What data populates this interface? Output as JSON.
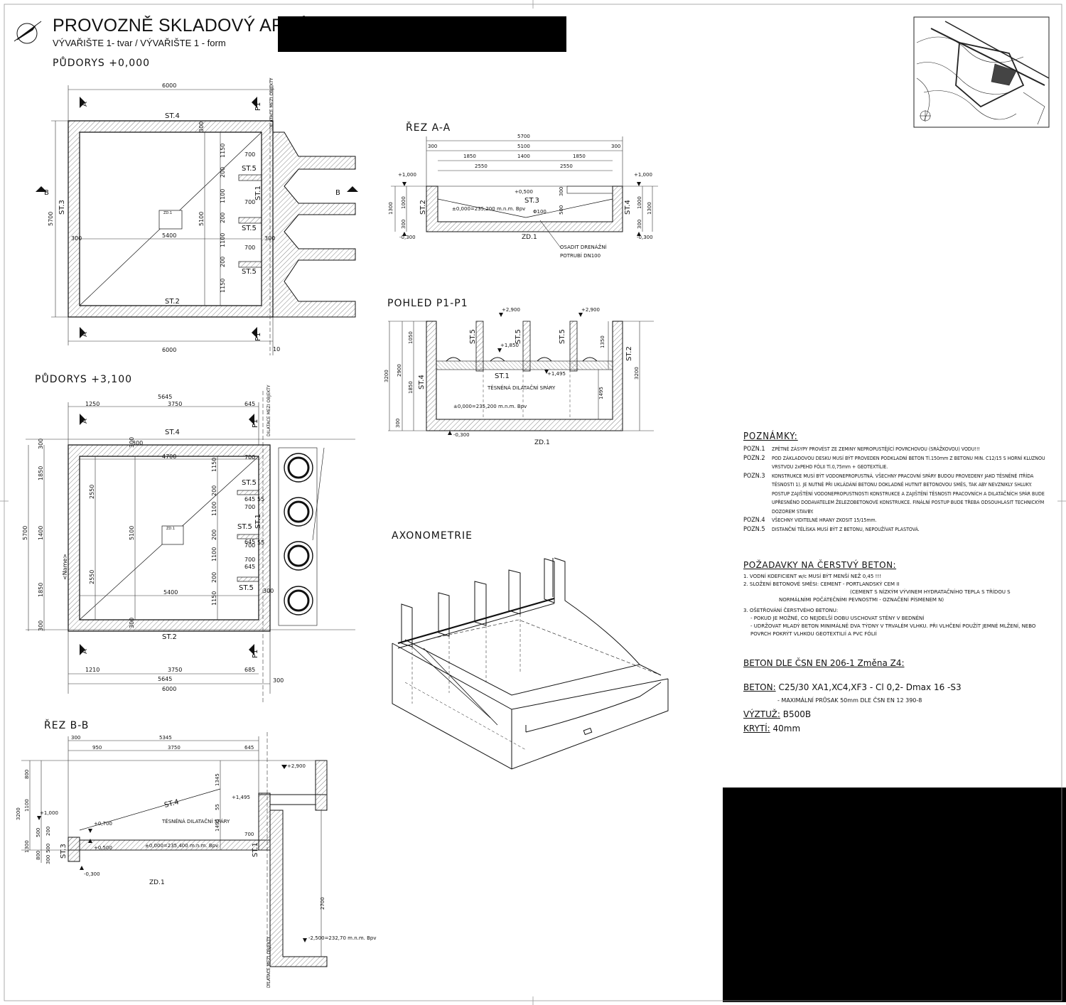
{
  "header": {
    "title": "PROVOZNĚ SKLADOVÝ AREÁL",
    "subtitle": "VÝVAŘIŠTE 1- tvar / VÝVAŘIŠTE 1 - form"
  },
  "views": {
    "plan_0": "PŮDORYS +0,000",
    "plan_3100": "PŮDORYS +3,100",
    "section_bb": "ŘEZ B-B",
    "section_aa": "ŘEZ A-A",
    "view_p1": "POHLED P1-P1",
    "axonometry": "AXONOMETRIE"
  },
  "labels": {
    "st1": "ST.1",
    "st2": "ST.2",
    "st3": "ST.3",
    "st4": "ST.4",
    "st5": "ST.5",
    "zd1": "ZD.1",
    "a": "A",
    "b": "B",
    "p1": "P1",
    "dilatation": "DILATACE MEZI OBJEKTY",
    "joints": "TĚSNĚNÁ DILATAČNÍ SPÁRY",
    "drain": "OSADIT DRENÁŽNÍ",
    "drain2": "POTRUBÍ DN100",
    "name_tag": "<Name>",
    "zero_aa": "±0,000=235,200 m.n.m. Bpv",
    "zero_bb": "±0,000=235,400 m.n.m. Bpv",
    "minus_2500": "-2,500=232,70 m.n.m. Bpv",
    "phi100": "Φ100"
  },
  "levels": {
    "p1000": "+1,000",
    "m0300": "-0,300",
    "p0500": "+0,500",
    "p2900": "+2,900",
    "p1850": "+1,850",
    "p1495": "+1,495",
    "p0700": "+0,700"
  },
  "dims": {
    "d6000": "6000",
    "d5700": "5700",
    "d5400": "5400",
    "d5100": "5100",
    "d5645": "5645",
    "d4700": "4700",
    "d3750": "3750",
    "d2550": "2550",
    "d1850": "1850",
    "d1400": "1400",
    "d1250": "1250",
    "d1210": "1210",
    "d1150": "1150",
    "d1100": "1100",
    "d1050": "1050",
    "d1300": "1300",
    "d1000": "1000",
    "d800": "800",
    "d700": "700",
    "d685": "685",
    "d645": "645",
    "d500": "500",
    "d300": "300",
    "d200": "200",
    "d55": "55",
    "d10": "10",
    "d5345": "5345",
    "d950": "950",
    "d1345": "1345",
    "d3200": "3200",
    "d2900": "2900",
    "d1495": "1495",
    "d2700": "2700",
    "d1350": "1350"
  },
  "notes": {
    "heading": "POZNÁMKY:",
    "items": [
      {
        "key": "POZN.1",
        "text": "ZPĚTNÉ ZÁSYPY PROVÉST ZE ZEMINY NEPROPUSTĚJÍCÍ POVRCHOVOU (SRÁŽKOVOU) VODU!!!"
      },
      {
        "key": "POZN.2",
        "text": "POD ZÁKLADOVOU DESKU MUSÍ BÝT PROVEDEN PODKLADNÍ BETON Tl.150mm Z BETONU MIN. C12/15 S HORNÍ KLUZNOU VRSTVOU 2xPEHD FÓLII Tl.0,75mm + GEOTEXTÍLIE."
      },
      {
        "key": "POZN.3",
        "text": "KONSTRUKCE MUSÍ BÝT VODONEPROPUSTNÁ. VŠECHNY PRACOVNÍ SPÁRY BUDOU PROVEDENY JAKO TĚSNĚNÉ ITŘÍDA TĚSNOSTI 1). JE NUTNÉ PŘI UKLÁDÁNÍ BETONU DOKLADNĚ HUTNIT BETONOVOU SMĚS, TAK ABY NEVZNIKLY SHLUKY. POSTUP ZAJIŠTĚNÍ VODONEPROPUSTNOSTI KONSTRUKCE A ZAJIŠTĚNÍ TĚSNOSTI PRACOVNÍCH A DILATAČNÍCH SPÁR BUDE UPŘESNĚNO DODAVATELEM ŽELEZOBETONOVÉ KONSTRUKCE. FINÁLNÍ POSTUP BUDE TŘEBA ODSOUHLASIT TECHNICKÝM DOZOREM STAVBY."
      },
      {
        "key": "POZN.4",
        "text": "VŠECHNY VIDITELNÉ HRANY ZKOSIT 15/15mm."
      },
      {
        "key": "POZN.5",
        "text": "DISTANČNÍ TĚLÍSKA MUSÍ BÝT Z BETONU, NEPOUŽÍVAT PLASTOVÁ."
      }
    ]
  },
  "requirements": {
    "heading": "POŽADAVKY NA ČERSTVÝ BETON:",
    "r1": "1. VODNÍ KOEFICIENT w/c MUSÍ BÝT MENŠÍ NEŽ 0,45 !!!",
    "r2": "2. SLOŽENÍ BETONOVÉ SMĚSI: CEMENT - PORTLANDSKÝ CEM II",
    "r2b": "(CEMENT S NÍZKÝM VÝVINEM HYDRATAČNÍHO TEPLA S TŘÍDOU S",
    "r2c": "NORMÁLNÍMI POČÁTEČNÍMI PEVNOSTMI - OZNAČENÍ PÍSMENEM N)",
    "r3": "3. OŠETŘOVÁNÍ ČERSTVÉHO BETONU:",
    "r3a": "- POKUD JE MOŽNÉ, CO NEJDELŠÍ DOBU USCHOVAT STĚNY V BEDNĚNÍ",
    "r3b": "- UDRŽOVAT MLADÝ BETON MINIMÁLNĚ DVA TÝDNY V TRVALÉM VLHKU. PŘI VLHČENÍ POUŽÍT JEMNÉ MLŽENÍ, NEBO",
    "r3c": "POVRCH POKRÝT VLHKOU GEOTEXTILIÍ A PVC FÓLIÍ"
  },
  "specs": {
    "norm": "BETON DLE ČSN EN 206-1 Změna Z4:",
    "beton_k": "BETON:",
    "beton_v": "C25/30 XA1,XC4,XF3 - Cl 0,2- Dmax 16 -S3",
    "beton_note": "- MAXIMÁLNÍ PRŮSAK 50mm DLE ČSN EN 12 390-8",
    "vyztuz_k": "VÝZTUŽ:",
    "vyztuz_v": "B500B",
    "kryti_k": "KRYTÍ:",
    "kryti_v": "40mm"
  },
  "colors": {
    "line": "#111111",
    "hatch": "#555555",
    "redact": "#000000"
  }
}
